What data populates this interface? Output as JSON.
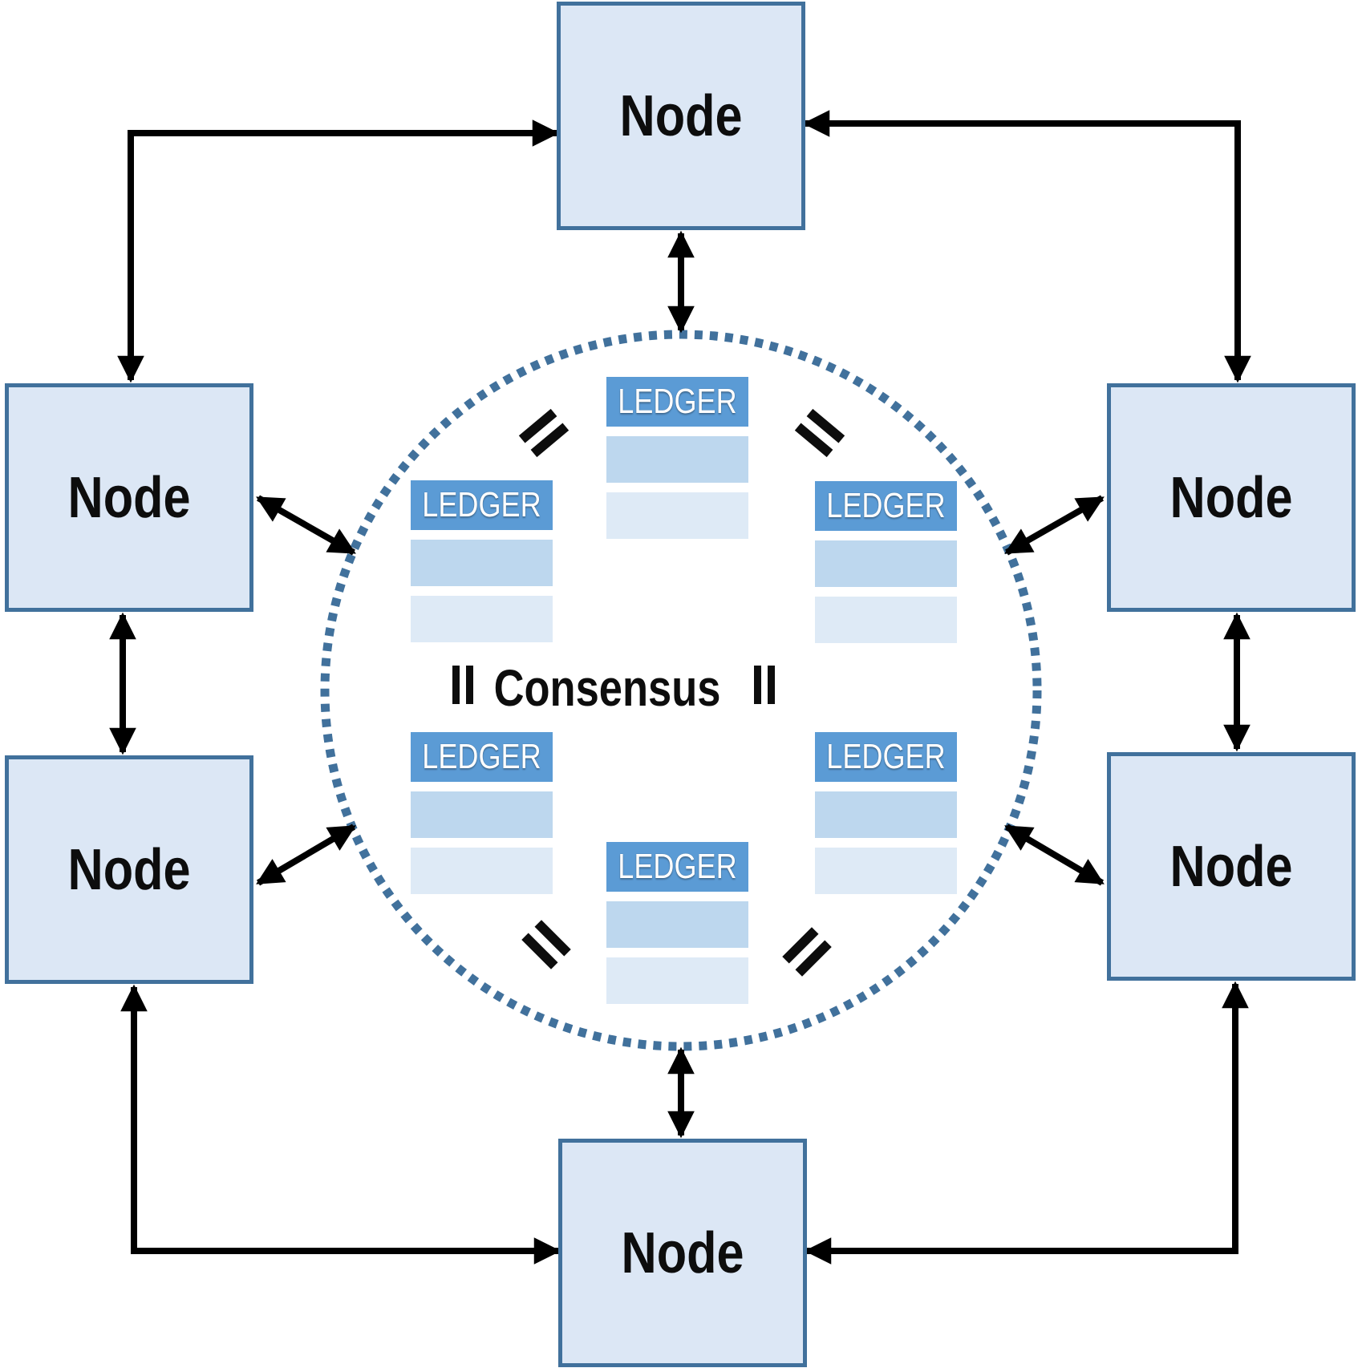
{
  "diagram": {
    "type": "network-consensus-diagram",
    "center_label": "Consensus",
    "equals_symbol": "=",
    "nodes": [
      {
        "id": "node-top",
        "label": "Node"
      },
      {
        "id": "node-upper-left",
        "label": "Node"
      },
      {
        "id": "node-upper-right",
        "label": "Node"
      },
      {
        "id": "node-lower-left",
        "label": "Node"
      },
      {
        "id": "node-lower-right",
        "label": "Node"
      },
      {
        "id": "node-bottom",
        "label": "Node"
      }
    ],
    "ledgers": [
      {
        "id": "ledger-top",
        "label": "LEDGER"
      },
      {
        "id": "ledger-upper-left",
        "label": "LEDGER"
      },
      {
        "id": "ledger-upper-right",
        "label": "LEDGER"
      },
      {
        "id": "ledger-lower-left",
        "label": "LEDGER"
      },
      {
        "id": "ledger-lower-right",
        "label": "LEDGER"
      },
      {
        "id": "ledger-bottom",
        "label": "LEDGER"
      }
    ],
    "colors": {
      "node_fill": "#dce7f5",
      "node_border": "#41719c",
      "ledger_header": "#5b9bd5",
      "ledger_row1": "#bdd7ee",
      "ledger_row2": "#deeaf6",
      "circle_dots": "#41719c",
      "arrow": "#000000",
      "text": "#0d0d0d",
      "ledger_text": "#ffffff"
    }
  }
}
